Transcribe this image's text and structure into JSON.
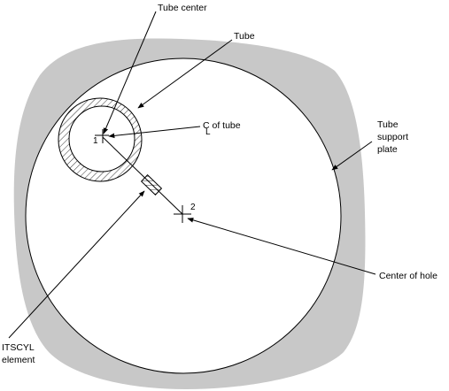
{
  "labels": {
    "tube_center": "Tube center",
    "tube": "Tube",
    "cl_of_tube": "C of tube",
    "cl_subscript": "L",
    "tube_support_plate_line1": "Tube",
    "tube_support_plate_line2": "support",
    "tube_support_plate_line3": "plate",
    "center_of_hole": "Center of hole",
    "itscyl_line1": "ITSCYL",
    "itscyl_line2": "element"
  },
  "nodes": {
    "node1": "1",
    "node2": "2"
  },
  "colors": {
    "plate": "#c8c8c8",
    "hole": "#ffffff",
    "stroke": "#000000"
  }
}
